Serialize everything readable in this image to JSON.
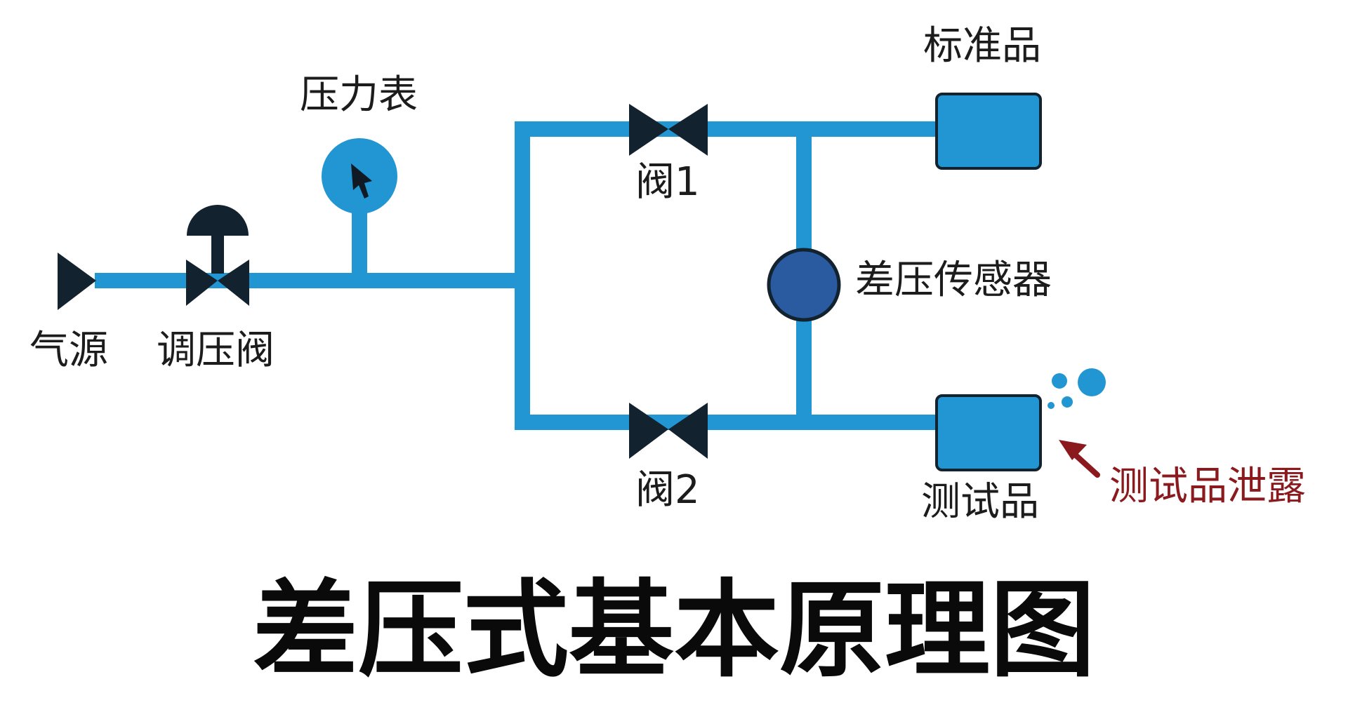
{
  "labels": {
    "air_source": "气源",
    "regulator": "调压阀",
    "pressure_gauge": "压力表",
    "valve1": "阀1",
    "valve2": "阀2",
    "standard": "标准品",
    "sensor": "差压传感器",
    "test_item": "测试品",
    "leak": "测试品泄露"
  },
  "title": "差压式基本原理图",
  "colors": {
    "pipe": "#2196d3",
    "valve": "#13222f",
    "sensor": "#2a5aa0",
    "leak": "#8b1a1f"
  }
}
